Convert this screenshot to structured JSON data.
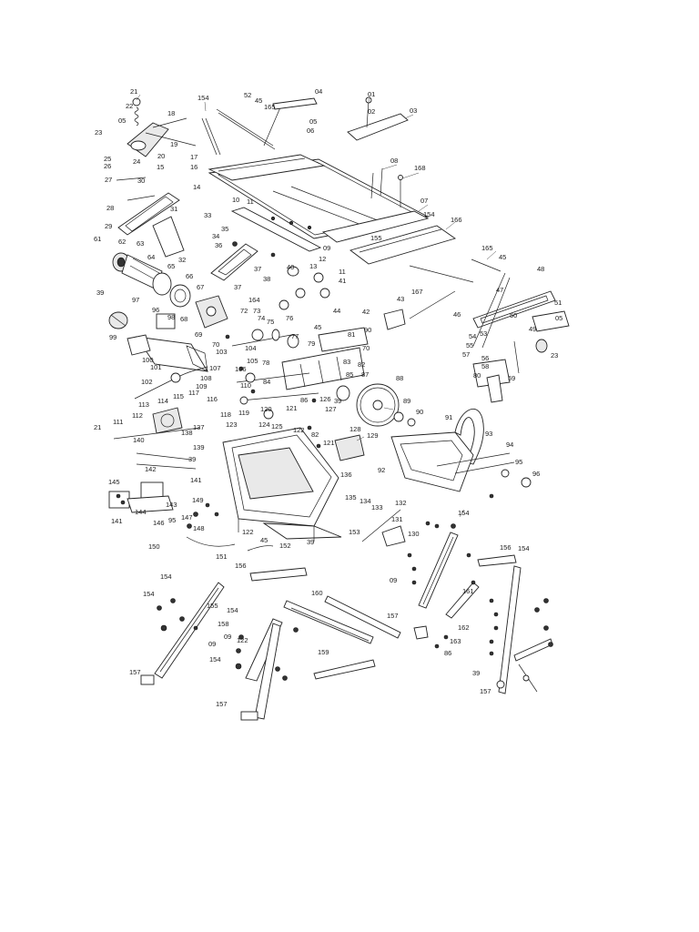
{
  "labels": {
    "l1": "21",
    "l2": "154",
    "l3": "52",
    "l4": "45",
    "l5": "165",
    "l6": "04",
    "l7": "01",
    "l8": "02",
    "l9": "03",
    "l10": "18",
    "l11": "22",
    "l12": "05",
    "l13": "05",
    "l14": "06",
    "l15": "23",
    "l16": "25",
    "l17": "26",
    "l18": "20",
    "l19": "19",
    "l20": "24",
    "l21": "17",
    "l22": "16",
    "l23": "15",
    "l24": "08",
    "l25": "168",
    "l26": "27",
    "l27": "30",
    "l28": "28",
    "l29": "14",
    "l30": "10",
    "l31": "11",
    "l32": "07",
    "l33": "31",
    "l34": "33",
    "l35": "154",
    "l36": "166",
    "l37": "29",
    "l38": "35",
    "l39": "34",
    "l40": "36",
    "l41": "155",
    "l42": "09",
    "l43": "61",
    "l44": "62",
    "l45": "63",
    "l46": "13",
    "l47": "12",
    "l48": "11",
    "l49": "165",
    "l50": "45",
    "l51": "64",
    "l52": "32",
    "l53": "65",
    "l54": "37",
    "l55": "40",
    "l56": "41",
    "l57": "48",
    "l58": "66",
    "l59": "38",
    "l60": "167",
    "l61": "47",
    "l62": "39",
    "l63": "97",
    "l64": "67",
    "l65": "37",
    "l66": "164",
    "l67": "43",
    "l68": "51",
    "l69": "96",
    "l70": "98",
    "l71": "68",
    "l72": "72",
    "l73": "73",
    "l74": "74",
    "l75": "76",
    "l76": "44",
    "l77": "42",
    "l78": "46",
    "l79": "50",
    "l80": "49",
    "l81": "05",
    "l82": "99",
    "l83": "69",
    "l84": "70",
    "l85": "75",
    "l86": "77",
    "l87": "45",
    "l88": "90",
    "l89": "81",
    "l90": "54",
    "l91": "53",
    "l92": "103",
    "l93": "79",
    "l94": "70",
    "l95": "55",
    "l96": "23",
    "l97": "100",
    "l98": "101",
    "l99": "105",
    "l100": "104",
    "l101": "78",
    "l102": "83",
    "l103": "82",
    "l104": "57",
    "l105": "56",
    "l106": "107",
    "l107": "106",
    "l108": "85",
    "l109": "87",
    "l110": "58",
    "l111": "108",
    "l112": "102",
    "l113": "109",
    "l114": "110",
    "l115": "84",
    "l116": "80",
    "l117": "59",
    "l118": "117",
    "l119": "88",
    "l120": "114",
    "l121": "115",
    "l122": "116",
    "l123": "86",
    "l124": "126",
    "l125": "39",
    "l126": "89",
    "l127": "113",
    "l128": "118",
    "l129": "119",
    "l130": "120",
    "l131": "121",
    "l132": "127",
    "l133": "90",
    "l134": "111",
    "l135": "112",
    "l136": "137",
    "l137": "123",
    "l138": "124",
    "l139": "125",
    "l140": "122",
    "l141": "128",
    "l142": "91",
    "l143": "21",
    "l144": "138",
    "l145": "82",
    "l146": "121",
    "l147": "93",
    "l148": "140",
    "l149": "139",
    "l150": "129",
    "l151": "94",
    "l152": "39",
    "l153": "95",
    "l154": "92",
    "l155": "96",
    "l156": "136",
    "l157": "142",
    "l158": "145",
    "l159": "141",
    "l160": "143",
    "l161": "149",
    "l162": "144",
    "l163": "135",
    "l164": "134",
    "l165": "133",
    "l166": "132",
    "l167": "141",
    "l168": "146",
    "l169": "95",
    "l170": "147",
    "l171": "148",
    "l172": "122",
    "l173": "131",
    "l174": "154",
    "l175": "130",
    "l176": "45",
    "l177": "152",
    "l178": "39",
    "l179": "153",
    "l180": "150",
    "l181": "151",
    "l182": "156",
    "l183": "154",
    "l184": "154",
    "l185": "156",
    "l186": "09",
    "l187": "161",
    "l188": "154",
    "l189": "155",
    "l190": "160",
    "l191": "154",
    "l192": "157",
    "l193": "162",
    "l194": "158",
    "l195": "09",
    "l196": "122",
    "l197": "163",
    "l198": "86",
    "l199": "09",
    "l200": "159",
    "l201": "154",
    "l202": "157",
    "l203": "39",
    "l204": "157",
    "l205": "157"
  }
}
